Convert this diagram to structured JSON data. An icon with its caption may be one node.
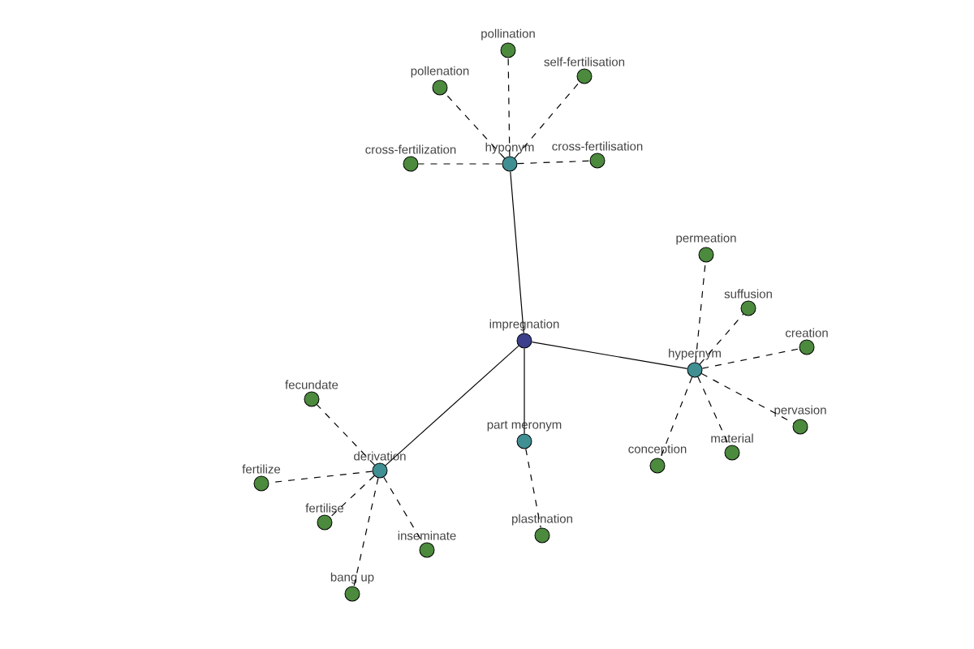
{
  "diagram": {
    "nodes": [
      {
        "text": [
          "impregnation"
        ]
      },
      {
        "text": [
          "hyponym"
        ]
      },
      {
        "text": [
          "pollination"
        ]
      },
      {
        "text": [
          "pollenation"
        ]
      },
      {
        "text": [
          "self-fertilisation"
        ]
      },
      {
        "text": [
          "cross-fertilization"
        ]
      },
      {
        "text": [
          "cross-fertilisation"
        ]
      },
      {
        "text": [
          "hypernym"
        ]
      },
      {
        "text": [
          "permeation"
        ]
      },
      {
        "text": [
          "suffusion"
        ]
      },
      {
        "text": [
          "creation"
        ]
      },
      {
        "text": [
          "pervasion"
        ]
      },
      {
        "text": [
          "material"
        ]
      },
      {
        "text": [
          "conception"
        ]
      },
      {
        "text": [
          "part meronym"
        ]
      },
      {
        "text": [
          "plastination"
        ]
      },
      {
        "text": [
          "derivation"
        ]
      },
      {
        "text": [
          "fecundate"
        ]
      },
      {
        "text": [
          "fertilize"
        ]
      },
      {
        "text": [
          "fertilise"
        ]
      },
      {
        "text": [
          "inseminate"
        ]
      },
      {
        "text": [
          "bang up"
        ]
      }
    ],
    "edges": [
      {
        "from": 0,
        "to": 1,
        "arrow": "none"
      },
      {
        "from": 0,
        "to": 7,
        "arrow": "none"
      },
      {
        "from": 0,
        "to": 14,
        "arrow": "none"
      },
      {
        "from": 0,
        "to": 16,
        "arrow": "none"
      },
      {
        "from": 1,
        "to": 2,
        "arrow": "none",
        "style": "dashed"
      },
      {
        "from": 1,
        "to": 3,
        "arrow": "none",
        "style": "dashed"
      },
      {
        "from": 1,
        "to": 4,
        "arrow": "none",
        "style": "dashed"
      },
      {
        "from": 1,
        "to": 5,
        "arrow": "none",
        "style": "dashed"
      },
      {
        "from": 1,
        "to": 6,
        "arrow": "none",
        "style": "dashed"
      },
      {
        "from": 7,
        "to": 8,
        "arrow": "none",
        "style": "dashed"
      },
      {
        "from": 7,
        "to": 9,
        "arrow": "none",
        "style": "dashed"
      },
      {
        "from": 7,
        "to": 10,
        "arrow": "none",
        "style": "dashed"
      },
      {
        "from": 7,
        "to": 11,
        "arrow": "none",
        "style": "dashed"
      },
      {
        "from": 7,
        "to": 12,
        "arrow": "none",
        "style": "dashed"
      },
      {
        "from": 7,
        "to": 13,
        "arrow": "none",
        "style": "dashed"
      },
      {
        "from": 14,
        "to": 15,
        "arrow": "none",
        "style": "dashed"
      },
      {
        "from": 16,
        "to": 17,
        "arrow": "none",
        "style": "dashed"
      },
      {
        "from": 16,
        "to": 18,
        "arrow": "none",
        "style": "dashed"
      },
      {
        "from": 16,
        "to": 19,
        "arrow": "none",
        "style": "dashed"
      },
      {
        "from": 16,
        "to": 20,
        "arrow": "none",
        "style": "dashed"
      },
      {
        "from": 16,
        "to": 21,
        "arrow": "none",
        "style": "dashed"
      }
    ]
  }
}
